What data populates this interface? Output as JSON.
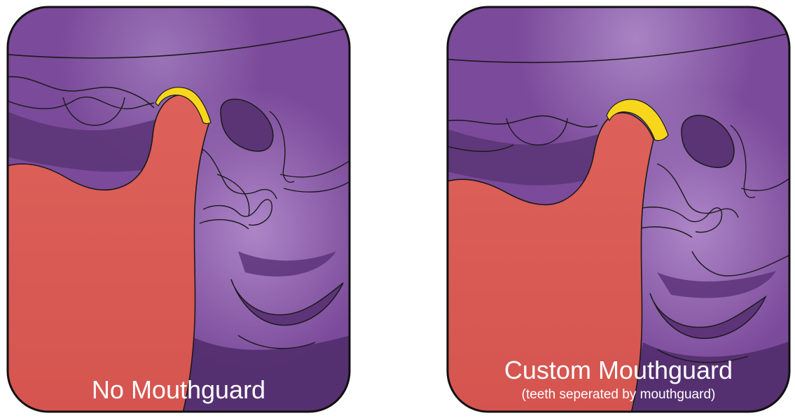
{
  "panels": [
    {
      "caption": "No Mouthguard",
      "subcaption": ""
    },
    {
      "caption": "Custom Mouthguard",
      "subcaption": "(teeth seperated by mouthguard)"
    }
  ],
  "colors": {
    "background_purple": "#7b4a9a",
    "dark_purple": "#553070",
    "light_purple": "#a47fc0",
    "jaw_red": "#d95b56",
    "contact_yellow": "#f8d61c",
    "outline": "#1a1a1a",
    "caption_text": "#ffffff"
  }
}
